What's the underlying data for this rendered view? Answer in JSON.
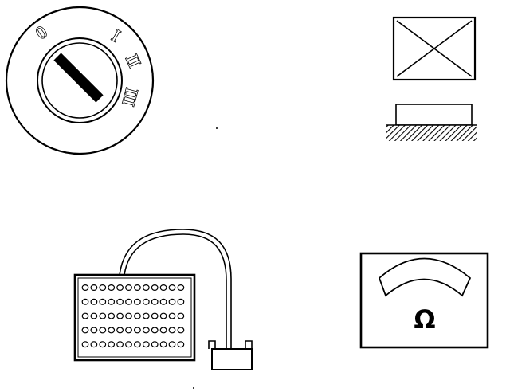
{
  "ignition_switch": {
    "positions": [
      "0",
      "I",
      "II",
      "III"
    ]
  },
  "tester_display": {
    "icon": "crossed-box-on-base-icon"
  },
  "test_lamp_board": {
    "icon": "perforated-board-with-cable-icon",
    "rows": 5,
    "holes_per_row": 12
  },
  "ohmmeter": {
    "symbol": "Ω"
  }
}
